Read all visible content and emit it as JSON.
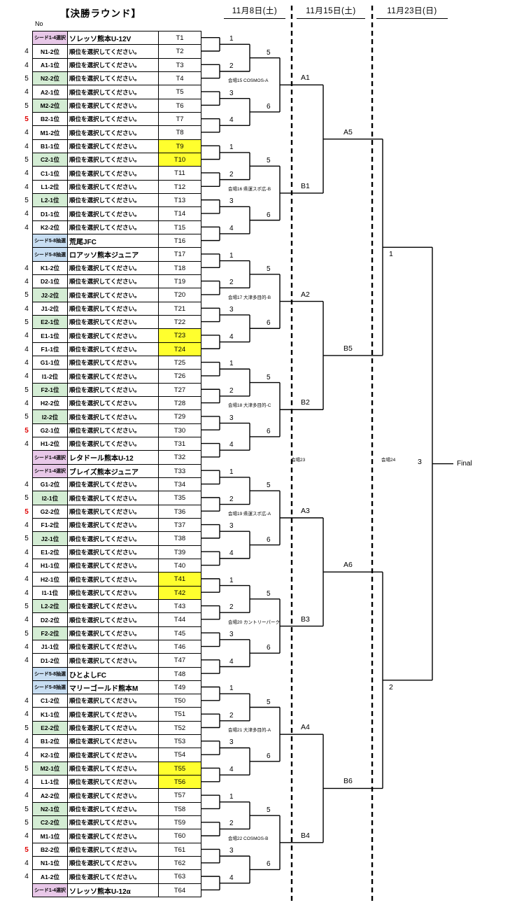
{
  "title": "【決勝ラウンド】",
  "no_label": "No",
  "dates": [
    "11月8日(土)",
    "11月15日(土)",
    "11月23日(日)"
  ],
  "placeholder_team": "順位を選択してください。",
  "rows": [
    {
      "num": "",
      "label": "シード1-4選択",
      "lbg": "seed14",
      "team": "ソレッソ熊本U-12V",
      "t": "T1"
    },
    {
      "num": "4",
      "label": "N1-2位",
      "t": "T2"
    },
    {
      "num": "4",
      "label": "A1-1位",
      "t": "T3"
    },
    {
      "num": "5",
      "label": "N2-2位",
      "lbg": "g",
      "t": "T4"
    },
    {
      "num": "4",
      "label": "A2-1位",
      "t": "T5"
    },
    {
      "num": "5",
      "label": "M2-2位",
      "lbg": "g",
      "t": "T6"
    },
    {
      "num": "5",
      "red": true,
      "label": "B2-1位",
      "t": "T7"
    },
    {
      "num": "4",
      "label": "M1-2位",
      "t": "T8"
    },
    {
      "num": "4",
      "label": "B1-1位",
      "t": "T9",
      "tbg": "y"
    },
    {
      "num": "5",
      "label": "C2-1位",
      "lbg": "g",
      "t": "T10",
      "tbg": "y"
    },
    {
      "num": "4",
      "label": "C1-1位",
      "t": "T11"
    },
    {
      "num": "4",
      "label": "L1-2位",
      "t": "T12"
    },
    {
      "num": "5",
      "label": "L2-1位",
      "lbg": "g",
      "t": "T13"
    },
    {
      "num": "4",
      "label": "D1-1位",
      "t": "T14"
    },
    {
      "num": "4",
      "label": "K2-2位",
      "t": "T15"
    },
    {
      "num": "",
      "label": "シード5-8抽選",
      "lbg": "seed58",
      "team": "荒尾JFC",
      "t": "T16"
    },
    {
      "num": "",
      "label": "シード5-8抽選",
      "lbg": "seed58",
      "team": "ロアッソ熊本ジュニア",
      "t": "T17"
    },
    {
      "num": "4",
      "label": "K1-2位",
      "t": "T18"
    },
    {
      "num": "4",
      "label": "D2-1位",
      "t": "T19"
    },
    {
      "num": "5",
      "label": "J2-2位",
      "lbg": "g",
      "t": "T20"
    },
    {
      "num": "4",
      "label": "J1-2位",
      "t": "T21"
    },
    {
      "num": "5",
      "label": "E2-1位",
      "lbg": "g",
      "t": "T22"
    },
    {
      "num": "4",
      "label": "E1-1位",
      "t": "T23",
      "tbg": "y"
    },
    {
      "num": "4",
      "label": "F1-1位",
      "t": "T24",
      "tbg": "y"
    },
    {
      "num": "4",
      "label": "G1-1位",
      "t": "T25"
    },
    {
      "num": "4",
      "label": "I1-2位",
      "t": "T26"
    },
    {
      "num": "5",
      "label": "F2-1位",
      "lbg": "g",
      "t": "T27"
    },
    {
      "num": "4",
      "label": "H2-2位",
      "t": "T28"
    },
    {
      "num": "5",
      "label": "I2-2位",
      "lbg": "g",
      "t": "T29"
    },
    {
      "num": "5",
      "red": true,
      "label": "G2-1位",
      "t": "T30"
    },
    {
      "num": "4",
      "label": "H1-2位",
      "t": "T31"
    },
    {
      "num": "",
      "label": "シード1-4選択",
      "lbg": "seed14",
      "team": "レタドール熊本U-12",
      "t": "T32"
    },
    {
      "num": "",
      "label": "シード1-4選択",
      "lbg": "seed14",
      "team": "ブレイズ熊本ジュニア",
      "t": "T33"
    },
    {
      "num": "4",
      "label": "G1-2位",
      "t": "T34"
    },
    {
      "num": "5",
      "label": "I2-1位",
      "lbg": "g",
      "t": "T35"
    },
    {
      "num": "5",
      "red": true,
      "label": "G2-2位",
      "t": "T36"
    },
    {
      "num": "4",
      "label": "F1-2位",
      "t": "T37"
    },
    {
      "num": "5",
      "label": "J2-1位",
      "lbg": "g",
      "t": "T38"
    },
    {
      "num": "4",
      "label": "E1-2位",
      "t": "T39"
    },
    {
      "num": "4",
      "label": "H1-1位",
      "t": "T40"
    },
    {
      "num": "4",
      "label": "H2-1位",
      "t": "T41",
      "tbg": "y"
    },
    {
      "num": "4",
      "label": "I1-1位",
      "t": "T42",
      "tbg": "y"
    },
    {
      "num": "5",
      "label": "L2-2位",
      "lbg": "g",
      "t": "T43"
    },
    {
      "num": "4",
      "label": "D2-2位",
      "t": "T44"
    },
    {
      "num": "5",
      "label": "F2-2位",
      "lbg": "g",
      "t": "T45"
    },
    {
      "num": "4",
      "label": "J1-1位",
      "t": "T46"
    },
    {
      "num": "4",
      "label": "D1-2位",
      "t": "T47"
    },
    {
      "num": "",
      "label": "シード5-8抽選",
      "lbg": "seed58",
      "team": "ひとよしFC",
      "t": "T48"
    },
    {
      "num": "",
      "label": "シード5-8抽選",
      "lbg": "seed58",
      "team": "マリーゴールド熊本M",
      "t": "T49"
    },
    {
      "num": "4",
      "label": "C1-2位",
      "t": "T50"
    },
    {
      "num": "4",
      "label": "K1-1位",
      "t": "T51"
    },
    {
      "num": "5",
      "label": "E2-2位",
      "lbg": "g",
      "t": "T52"
    },
    {
      "num": "4",
      "label": "B1-2位",
      "t": "T53"
    },
    {
      "num": "4",
      "label": "K2-1位",
      "t": "T54"
    },
    {
      "num": "5",
      "label": "M2-1位",
      "lbg": "g",
      "t": "T55",
      "tbg": "y"
    },
    {
      "num": "4",
      "label": "L1-1位",
      "t": "T56",
      "tbg": "y"
    },
    {
      "num": "4",
      "label": "A2-2位",
      "t": "T57"
    },
    {
      "num": "5",
      "label": "N2-1位",
      "lbg": "g",
      "t": "T58"
    },
    {
      "num": "5",
      "label": "C2-2位",
      "lbg": "g",
      "t": "T59"
    },
    {
      "num": "4",
      "label": "M1-1位",
      "t": "T60"
    },
    {
      "num": "5",
      "red": true,
      "label": "B2-2位",
      "t": "T61"
    },
    {
      "num": "4",
      "label": "N1-1位",
      "t": "T62"
    },
    {
      "num": "4",
      "label": "A1-2位",
      "t": "T63"
    },
    {
      "num": "",
      "label": "シード1-4選択",
      "lbg": "seed14",
      "team": "ソレッソ熊本U-12α",
      "t": "T64"
    }
  ],
  "bracket": {
    "match_numbers": [
      "1",
      "2",
      "3",
      "4",
      "5",
      "6"
    ],
    "venues": [
      "会場15  COSMOS-A",
      "会場16  県運スポ広-B",
      "会場17  大津多目的-B",
      "会場18  大津多目的-C",
      "会場19  県運スポ広-A",
      "会場20  カントリーパーク",
      "会場21  大津多目的-A",
      "会場22  COSMOS-B"
    ],
    "round2_labels": [
      "A1",
      "B1",
      "A2",
      "B2",
      "A3",
      "B3",
      "A4",
      "B4"
    ],
    "round3_labels": [
      "A5",
      "B5",
      "A6",
      "B6"
    ],
    "semifinal_labels": [
      "1",
      "2"
    ],
    "final_label": "3",
    "final_text": "Final",
    "center_venues": [
      "会場23",
      "会場24"
    ]
  },
  "colors": {
    "seed_1_4_bg": "#e8c8e8",
    "seed_5_8_bg": "#c8def2",
    "five_team_bg": "#d4edd4",
    "highlight_bg": "#ffff2e",
    "red_number": "#e00000"
  }
}
